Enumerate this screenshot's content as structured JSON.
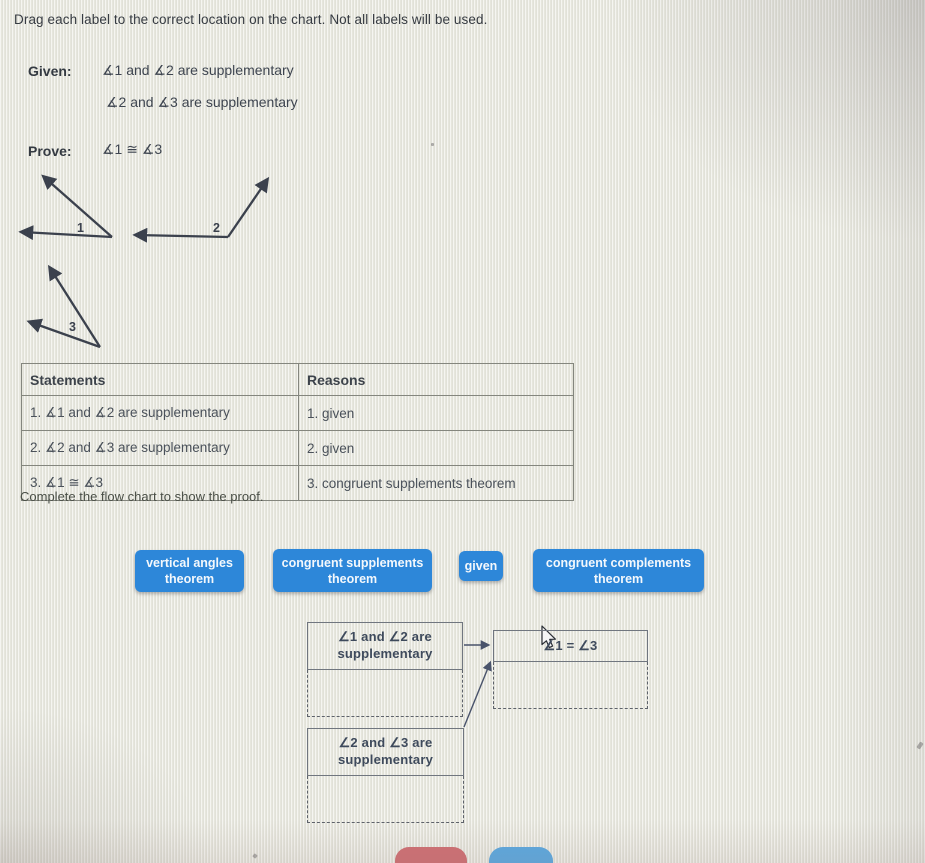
{
  "page": {
    "instruction": "Drag each label to the correct location on the chart. Not all labels will be used.",
    "flow_instruction": "Complete the flow chart to show the proof."
  },
  "given": {
    "label": "Given:",
    "lines": [
      "∡1 and  ∡2  are supplementary",
      "∡2  and  ∡3  are supplementary"
    ]
  },
  "prove": {
    "label": "Prove:",
    "statement": "∡1 ≅  ∡3"
  },
  "diagram": {
    "angle_labels": [
      "1",
      "2",
      "3"
    ]
  },
  "proof_table": {
    "headers": [
      "Statements",
      "Reasons"
    ],
    "rows": [
      {
        "statement": "1.  ∡1 and  ∡2 are supplementary",
        "reason": "1. given"
      },
      {
        "statement": "2.  ∡2 and  ∡3 are supplementary",
        "reason": "2. given"
      },
      {
        "statement": "3.  ∡1 ≅  ∡3",
        "reason": "3. congruent supplements theorem"
      }
    ]
  },
  "drag_labels": [
    {
      "text": "vertical angles theorem"
    },
    {
      "text": "congruent supplements theorem"
    },
    {
      "text": "given"
    },
    {
      "text": "congruent complements theorem"
    }
  ],
  "flowchart": {
    "box1": "∠1 and ∠2 are supplementary",
    "box2": "∠2 and ∠3 are supplementary",
    "result": "∠1 = ∠3"
  },
  "colors": {
    "chip_blue": "#2d87d9",
    "reset_button_red": "#cf6e73",
    "next_button_blue": "#5aa8e0",
    "line_dark": "#3b414d"
  }
}
